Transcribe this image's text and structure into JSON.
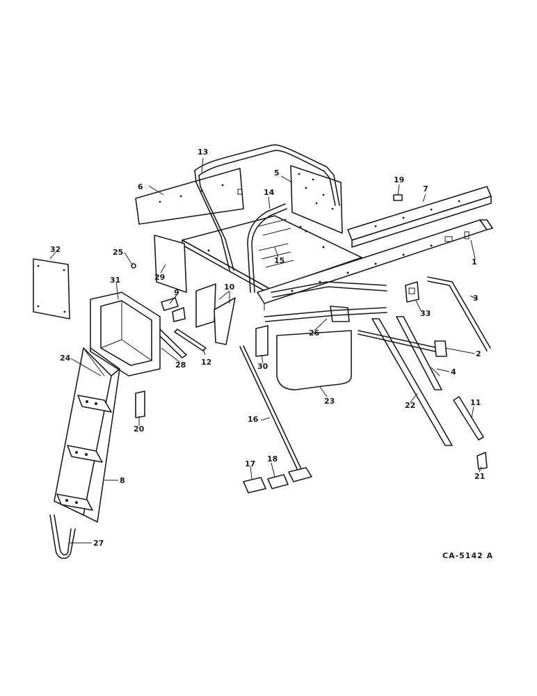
{
  "callouts": {
    "c1": "1",
    "c2": "2",
    "c3": "3",
    "c4": "4",
    "c5": "5",
    "c6": "6",
    "c7": "7",
    "c8": "8",
    "c9": "9",
    "c10": "10",
    "c11": "11",
    "c12": "12",
    "c13": "13",
    "c14": "14",
    "c15": "15",
    "c16": "16",
    "c17": "17",
    "c18": "18",
    "c19": "19",
    "c20": "20",
    "c21": "21",
    "c22": "22",
    "c23": "23",
    "c24": "24",
    "c25": "25",
    "c26": "26",
    "c27": "27",
    "c28": "28",
    "c29": "29",
    "c30": "30",
    "c31": "31",
    "c32": "32",
    "c33": "33"
  },
  "drawing_code": "CA-5142 A"
}
